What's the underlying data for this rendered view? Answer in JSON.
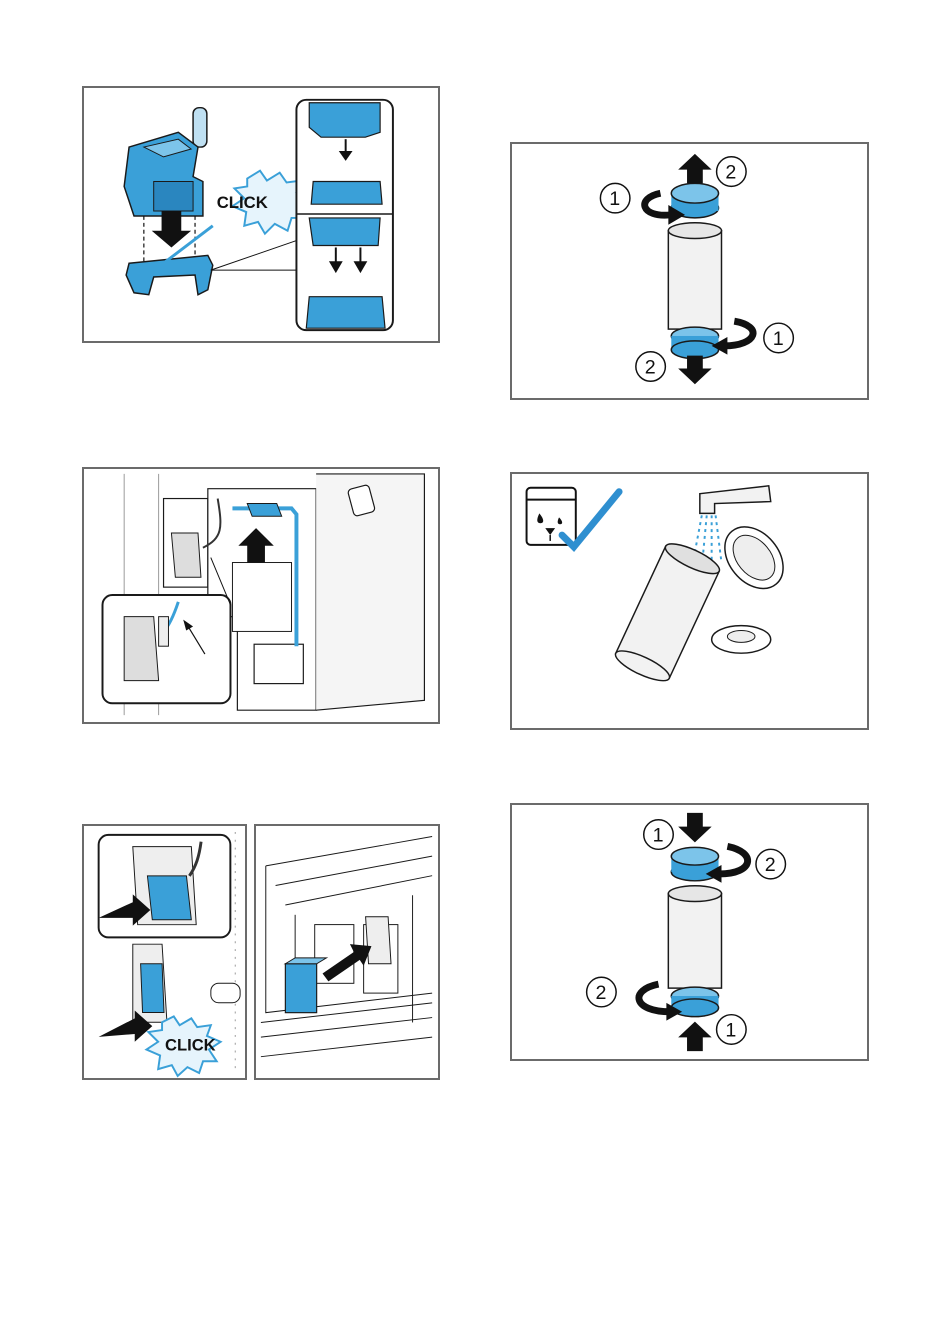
{
  "figures": {
    "click_label": "CLICK",
    "steps": {
      "one": "1",
      "two": "2"
    }
  },
  "colors": {
    "part_blue": "#3aa0d8",
    "part_dark_blue": "#1b6ea8",
    "outline": "#1a1a1a",
    "frame": "#6b6b6b",
    "check_blue": "#2f8fd0"
  }
}
